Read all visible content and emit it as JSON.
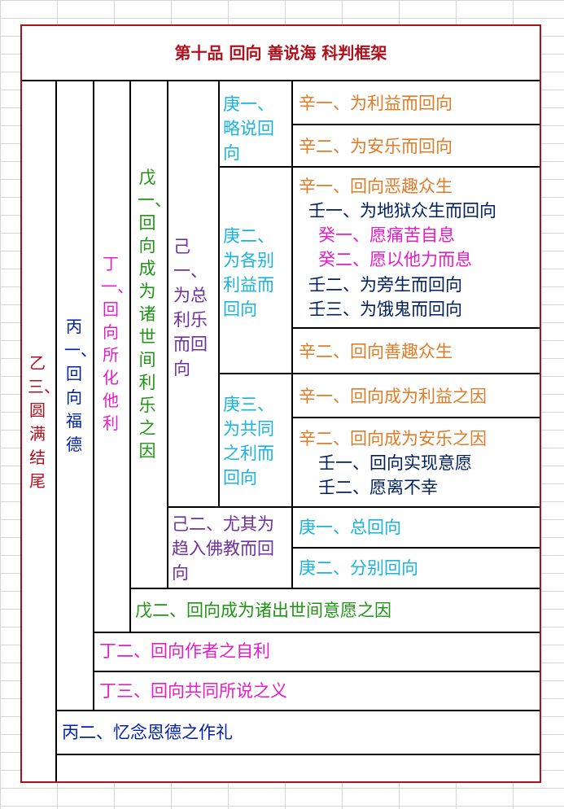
{
  "title": "第十品  回向  善说海  科判框架",
  "colors": {
    "border": "#b0101c",
    "yi": "#b0101c",
    "bing": "#2828c8",
    "ding": "#e61cc8",
    "wu": "#1e9614",
    "ji": "#7030a0",
    "geng": "#18b4e0",
    "xin": "#e07b26",
    "ren": "#001fa8",
    "gui": "#e61cc8"
  },
  "outline": {
    "yi3": "乙三、圆满结尾",
    "bing1": "丙一、回向福德",
    "bing2": "丙二、忆念恩德之作礼",
    "ding1": "丁一、回向所化他利",
    "ding2": "丁二、回向作者之自利",
    "ding3": "丁三、回向共同所说之义",
    "wu1": "戊一、回向成为诸世间利乐之因",
    "wu2": "戊二、回向成为诸出世间意愿之因",
    "ji1": "己一、为总利乐而回向",
    "ji2": "己二、尤其为趋入佛教而回向",
    "geng1": "庚一、略说回向",
    "geng2": "庚二、为各别利益而回向",
    "geng3": "庚三、为共同之利而回向",
    "geng1b": "庚一、总回向",
    "geng2b": "庚二、分别回向",
    "xin1a": "辛一、为利益而回向",
    "xin2a": "辛二、为安乐而回向",
    "xin1b": "辛一、回向恶趣众生",
    "ren1b": "壬一、为地狱众生而回向",
    "gui1": "癸一、愿痛苦自息",
    "gui2": "癸二、愿以他力而息",
    "ren2b": "壬二、为旁生而回向",
    "ren3b": "壬三、为饿鬼而回向",
    "xin2b": "辛二、回向善趣众生",
    "xin1c": "辛一、回向成为利益之因",
    "xin2c": "辛二、回向成为安乐之因",
    "ren1c": "壬一、回向实现意愿",
    "ren2c": "壬二、愿离不幸"
  }
}
